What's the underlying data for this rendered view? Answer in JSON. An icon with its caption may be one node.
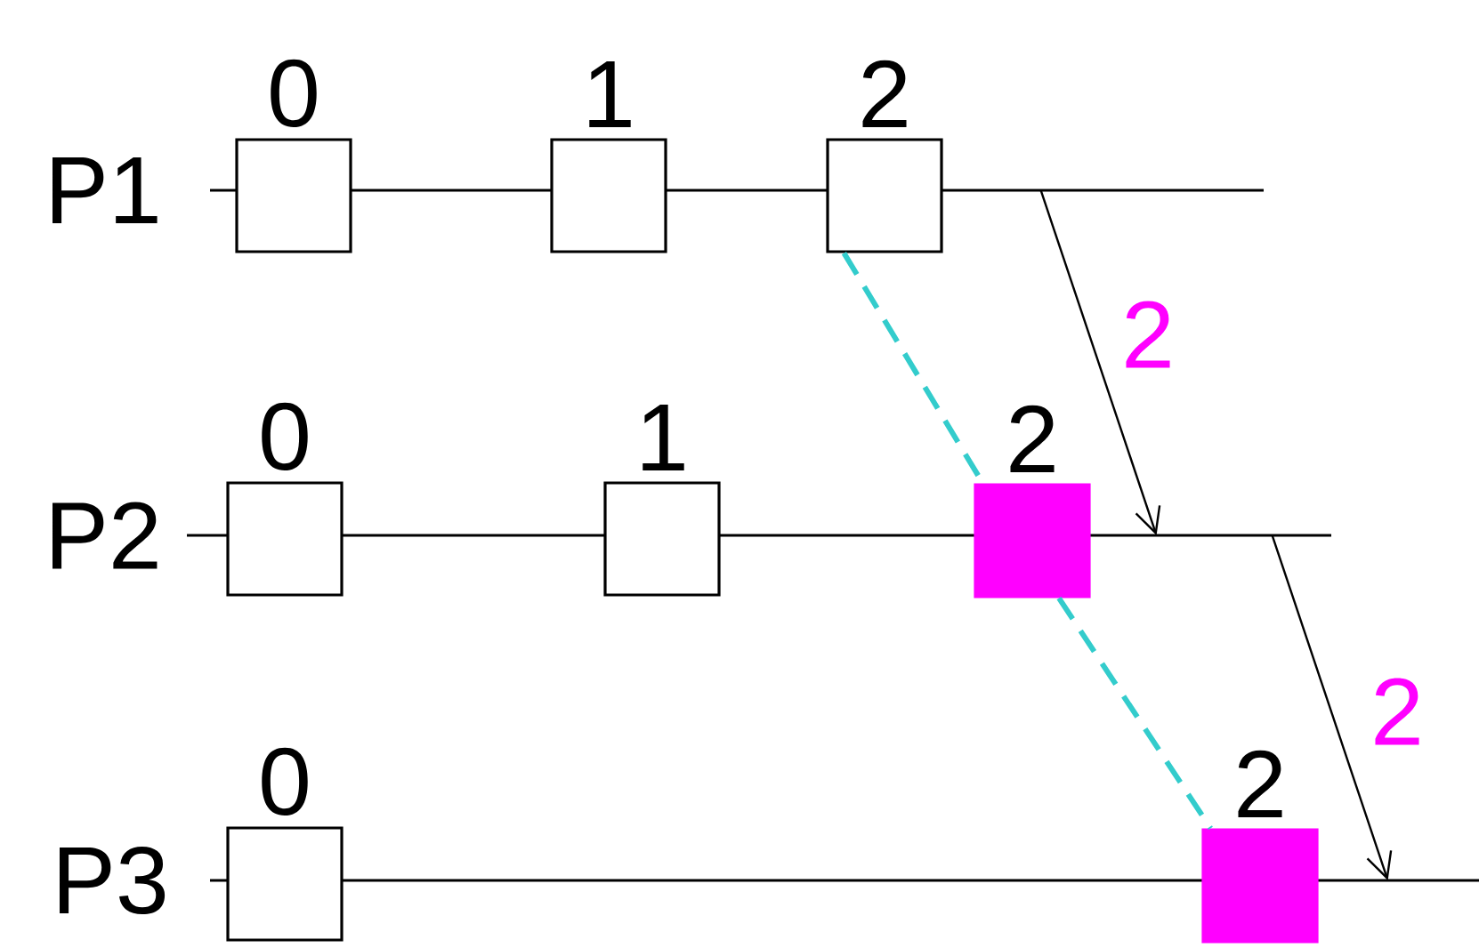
{
  "diagram": {
    "nodes": [
      {
        "text": [],
        "shape": "bar",
        "beside": [
          "P1"
        ]
      },
      {
        "text": [
          "0"
        ]
      },
      {
        "text": [
          "1"
        ]
      },
      {
        "text": [
          "2"
        ]
      },
      {
        "text": [],
        "shape": "bar",
        "beside": [
          "P2"
        ]
      },
      {
        "text": [
          "0"
        ]
      },
      {
        "text": [
          "1"
        ]
      },
      {
        "text": [
          "2"
        ]
      },
      {
        "text": [],
        "shape": "bar",
        "beside": [
          "P3"
        ]
      },
      {
        "text": [
          "0"
        ]
      },
      {
        "text": [
          "2"
        ]
      }
    ],
    "edges": [
      {
        "from": 0,
        "to": 4,
        "arrow": "to",
        "label": "2"
      },
      {
        "from": 4,
        "to": 8,
        "arrow": "to",
        "label": "2"
      },
      {
        "from": 3,
        "to": 7,
        "arrow": "none",
        "style": "dashed",
        "color": "#33cccc"
      },
      {
        "from": 7,
        "to": 10,
        "arrow": "none",
        "style": "dashed",
        "color": "#33cccc"
      }
    ]
  }
}
